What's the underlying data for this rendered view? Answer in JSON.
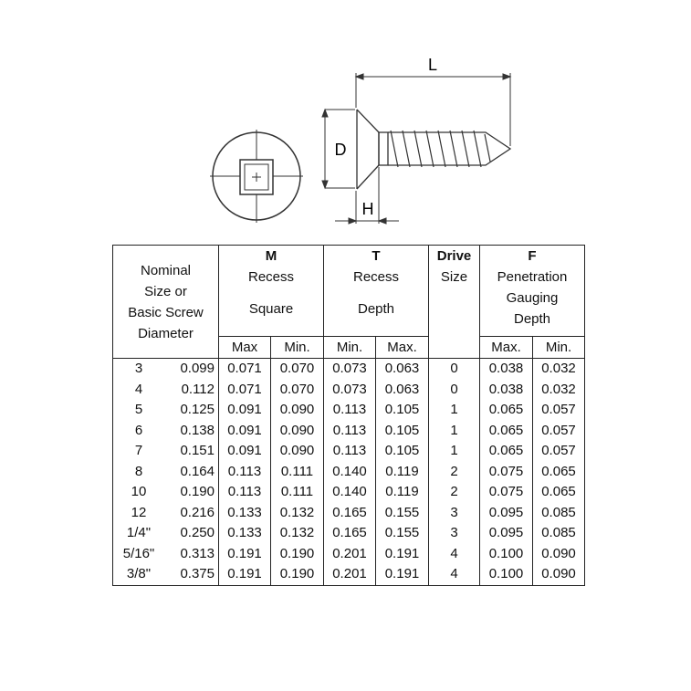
{
  "drawing": {
    "labels": {
      "length": "L",
      "diameter": "D",
      "height": "H"
    }
  },
  "table": {
    "header": {
      "nominal": [
        "Nominal",
        "Size or",
        "Basic Screw",
        "Diameter"
      ],
      "m": {
        "letter": "M",
        "line1": "Recess",
        "line2": "Square"
      },
      "t": {
        "letter": "T",
        "line1": "Recess",
        "line2": "Depth"
      },
      "drive": {
        "line1": "Drive",
        "line2": "Size"
      },
      "f": {
        "letter": "F",
        "line1": "Penetration",
        "line2": "Gauging",
        "line3": "Depth"
      }
    },
    "subheader": {
      "m_max": "Max",
      "m_min": "Min.",
      "t_min": "Min.",
      "t_max": "Max.",
      "f_max": "Max.",
      "f_min": "Min."
    },
    "rows": [
      [
        "3",
        "0.099",
        "0.071",
        "0.070",
        "0.073",
        "0.063",
        "0",
        "0.038",
        "0.032"
      ],
      [
        "4",
        "0.112",
        "0.071",
        "0.070",
        "0.073",
        "0.063",
        "0",
        "0.038",
        "0.032"
      ],
      [
        "5",
        "0.125",
        "0.091",
        "0.090",
        "0.113",
        "0.105",
        "1",
        "0.065",
        "0.057"
      ],
      [
        "6",
        "0.138",
        "0.091",
        "0.090",
        "0.113",
        "0.105",
        "1",
        "0.065",
        "0.057"
      ],
      [
        "7",
        "0.151",
        "0.091",
        "0.090",
        "0.113",
        "0.105",
        "1",
        "0.065",
        "0.057"
      ],
      [
        "8",
        "0.164",
        "0.113",
        "0.111",
        "0.140",
        "0.119",
        "2",
        "0.075",
        "0.065"
      ],
      [
        "10",
        "0.190",
        "0.113",
        "0.111",
        "0.140",
        "0.119",
        "2",
        "0.075",
        "0.065"
      ],
      [
        "12",
        "0.216",
        "0.133",
        "0.132",
        "0.165",
        "0.155",
        "3",
        "0.095",
        "0.085"
      ],
      [
        "1/4\"",
        "0.250",
        "0.133",
        "0.132",
        "0.165",
        "0.155",
        "3",
        "0.095",
        "0.085"
      ],
      [
        "5/16\"",
        "0.313",
        "0.191",
        "0.190",
        "0.201",
        "0.191",
        "4",
        "0.100",
        "0.090"
      ],
      [
        "3/8\"",
        "0.375",
        "0.191",
        "0.190",
        "0.201",
        "0.191",
        "4",
        "0.100",
        "0.090"
      ]
    ]
  }
}
